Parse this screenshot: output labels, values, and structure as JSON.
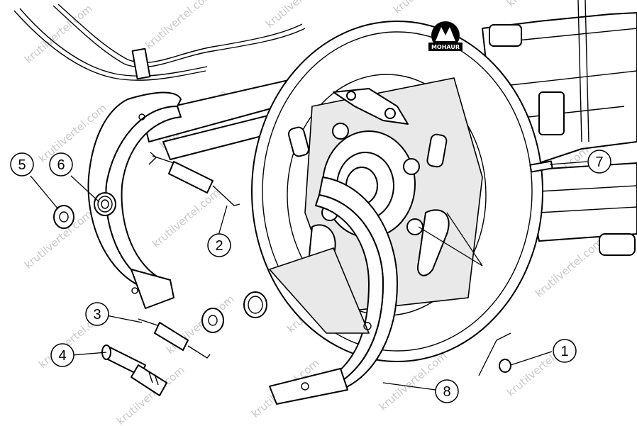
{
  "watermark": {
    "text": "krutilvertel.com",
    "color": "#c8c8c8"
  },
  "logo": {
    "text": "MOHAUR"
  },
  "callouts": [
    {
      "id": "1",
      "label": "1"
    },
    {
      "id": "2",
      "label": "2"
    },
    {
      "id": "3",
      "label": "3"
    },
    {
      "id": "4",
      "label": "4"
    },
    {
      "id": "5",
      "label": "5"
    },
    {
      "id": "6",
      "label": "6"
    },
    {
      "id": "7",
      "label": "7"
    },
    {
      "id": "8",
      "label": "8"
    }
  ]
}
